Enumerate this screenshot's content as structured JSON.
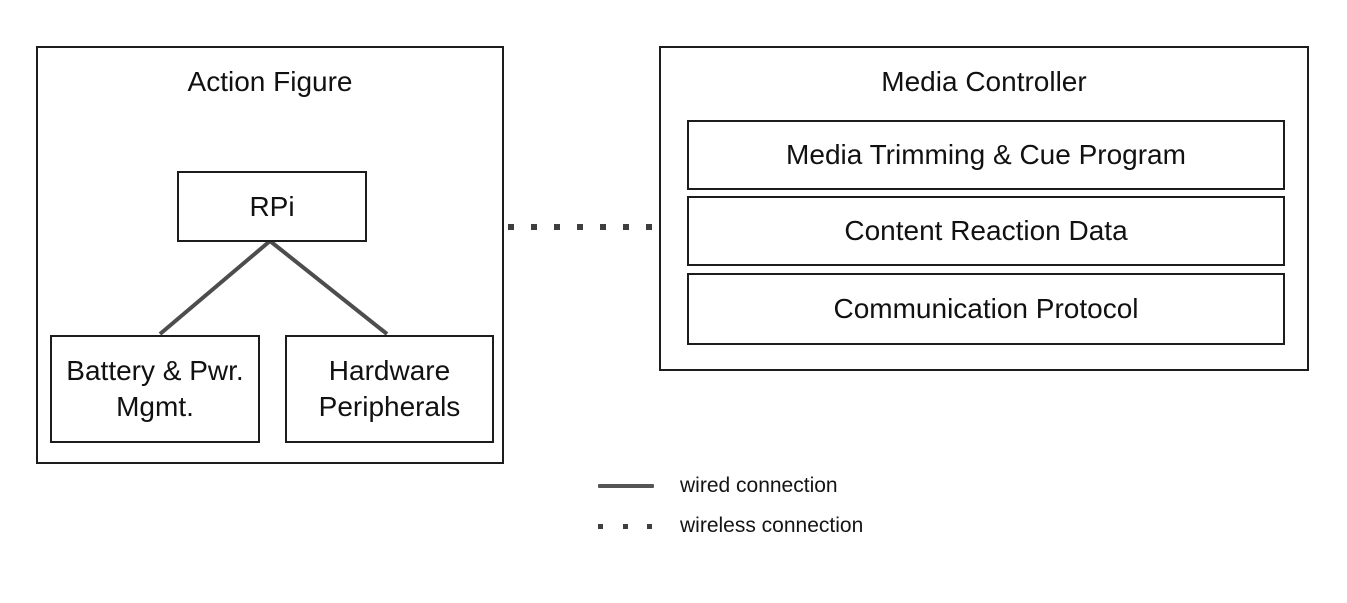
{
  "colors": {
    "background": "#ffffff",
    "box_border": "#1c1c1c",
    "wired_line": "#4d4d4d",
    "wireless_dot": "#3f3f3f",
    "text": "#111111"
  },
  "action_figure": {
    "title": "Action Figure",
    "controller": "RPi",
    "components": [
      "Battery & Pwr. Mgmt.",
      "Hardware Peripherals"
    ]
  },
  "media_controller": {
    "title": "Media Controller",
    "modules": [
      "Media Trimming & Cue Program",
      "Content Reaction Data",
      "Communication Protocol"
    ]
  },
  "connections": [
    {
      "from": "RPi",
      "to": "Battery & Pwr. Mgmt.",
      "type": "wired"
    },
    {
      "from": "RPi",
      "to": "Hardware Peripherals",
      "type": "wired"
    },
    {
      "from": "Action Figure",
      "to": "Media Controller",
      "type": "wireless"
    }
  ],
  "legend": {
    "items": [
      {
        "style": "solid",
        "label": "wired connection"
      },
      {
        "style": "dotted",
        "label": "wireless connection"
      }
    ]
  }
}
